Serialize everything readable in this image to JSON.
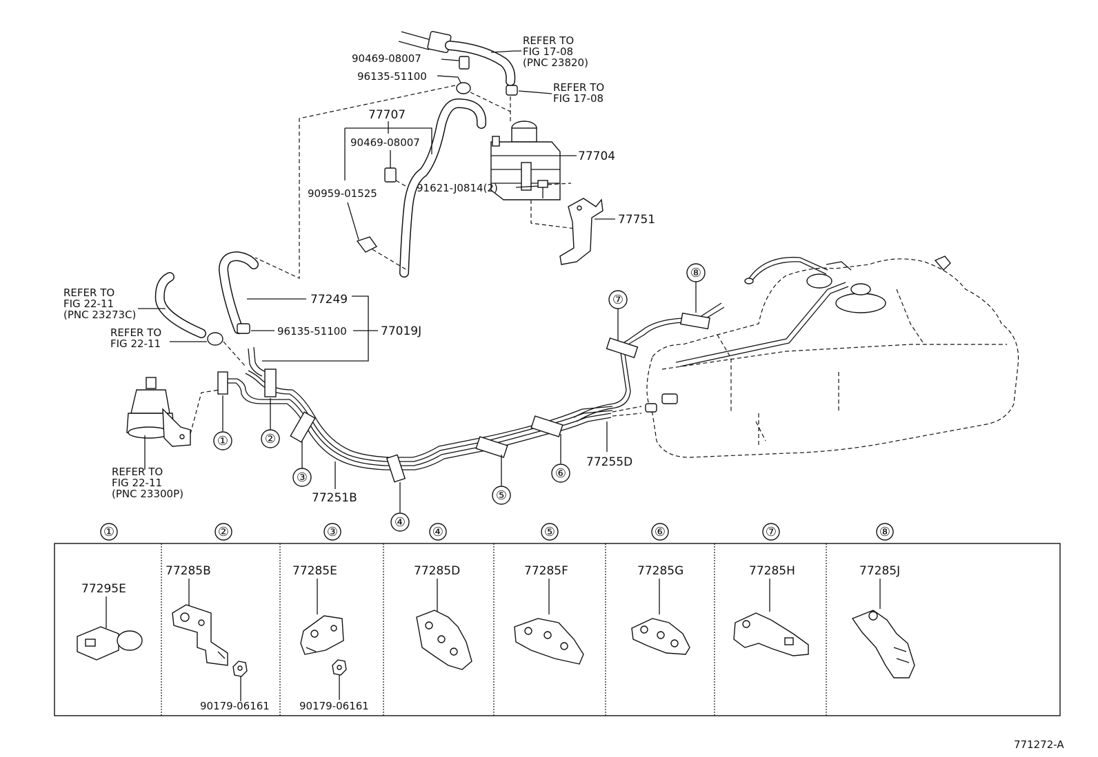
{
  "refs": {
    "fig_17_08_pnc": [
      "REFER TO",
      "FIG 17-08",
      "(PNC 23820)"
    ],
    "fig_17_08": [
      "REFER TO",
      "FIG 17-08"
    ],
    "fig_22_11_pnc_23273c": [
      "REFER TO",
      "FIG 22-11",
      "(PNC 23273C)"
    ],
    "fig_22_11": [
      "REFER TO",
      "FIG 22-11"
    ],
    "fig_22_11_pnc_23300p": [
      "REFER TO",
      "FIG 22-11",
      "(PNC 23300P)"
    ]
  },
  "parts": {
    "p90469_top": "90469-08007",
    "p96135_top": "96135-51100",
    "p77707": "77707",
    "p90469_mid": "90469-08007",
    "p90959": "90959-01525",
    "p77704": "77704",
    "p77751": "77751",
    "p91621": "91621-J0814(2)",
    "p77249": "77249",
    "p96135_mid": "96135-51100",
    "p77019j": "77019J",
    "p77251b": "77251B",
    "p77255d": "77255D"
  },
  "callouts": [
    "①",
    "②",
    "③",
    "④",
    "⑤",
    "⑥",
    "⑦",
    "⑧"
  ],
  "detail_table": {
    "headers": [
      "①",
      "②",
      "③",
      "④",
      "⑤",
      "⑥",
      "⑦",
      "⑧"
    ],
    "cells": [
      {
        "part": "77295E",
        "sub": ""
      },
      {
        "part": "77285B",
        "sub": "90179-06161"
      },
      {
        "part": "77285E",
        "sub": "90179-06161"
      },
      {
        "part": "77285D",
        "sub": ""
      },
      {
        "part": "77285F",
        "sub": ""
      },
      {
        "part": "77285G",
        "sub": ""
      },
      {
        "part": "77285H",
        "sub": ""
      },
      {
        "part": "77285J",
        "sub": ""
      }
    ]
  },
  "figure_id": "771272-A"
}
